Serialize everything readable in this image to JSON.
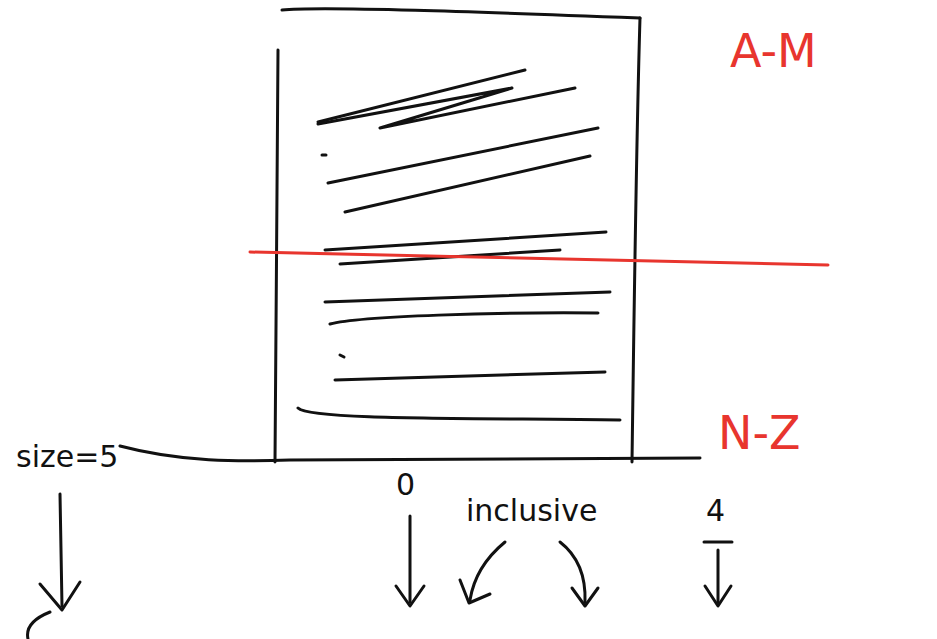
{
  "diagram": {
    "labels": [
      "A-M",
      "N-Z",
      "size=5",
      "0",
      "inclusive",
      "4"
    ]
  }
}
